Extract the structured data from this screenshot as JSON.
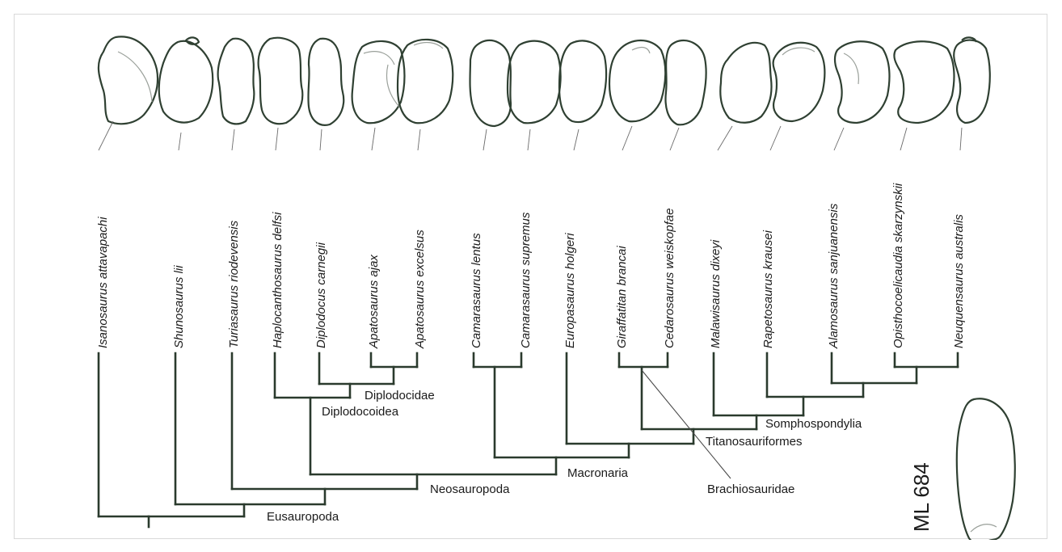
{
  "figure": {
    "taxa": [
      "Isanosaurus attavapachi",
      "Shunosaurus lii",
      "Turiasaurus riodevensis",
      "Haplocanthosaurus delfsi",
      "Diplodocus carnegii",
      "Apatosaurus ajax",
      "Apatosaurus excelsus",
      "Camarasaurus lentus",
      "Camarasaurus supremus",
      "Europasaurus holgeri",
      "Giraffatitan brancai",
      "Cedarosaurus weiskopfae",
      "Malawisaurus dixeyi",
      "Rapetosaurus krausei",
      "Alamosaurus sanjuanensis",
      "Opisthocoelicaudia skarzynskii",
      "Neuquensaurus australis"
    ],
    "clades": {
      "diplodocidae": "Diplodocidae",
      "diplodocoidea": "Diplodocoidea",
      "somphospondylia": "Somphospondylia",
      "titanosauriformes": "Titanosauriformes",
      "macronaria": "Macronaria",
      "brachiosauridae": "Brachiosauridae",
      "neosauropoda": "Neosauropoda",
      "eusauropoda": "Eusauropoda"
    },
    "specimen_label": "ML 684"
  },
  "colors": {
    "tree": "#2a3a2d",
    "outline": "#2f4032",
    "leader": "#6a6a6a",
    "frame": "#d9d9d9"
  }
}
